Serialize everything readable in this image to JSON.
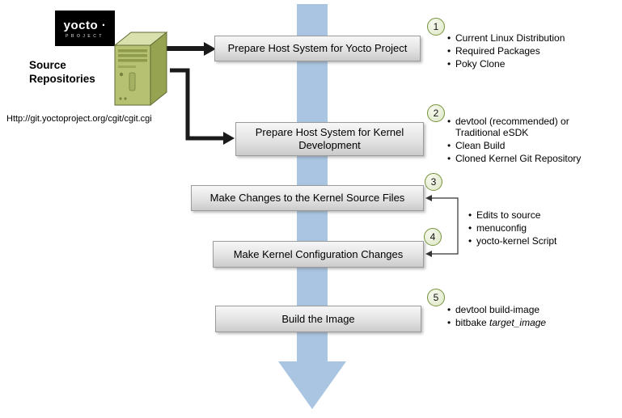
{
  "colors": {
    "flow_arrow_blue": "#a9c5e2",
    "box_fill": "#e3e3e3",
    "box_border": "#9b9b9b",
    "circle_border": "#77933c",
    "circle_fill": "#e4ecd2",
    "server_green": "#b6c272",
    "logo_bg": "#000000",
    "connector_black": "#1a1a1a"
  },
  "logo": {
    "wordmark": "yocto ·",
    "project": "PROJECT"
  },
  "source": {
    "label": "Source Repositories",
    "url": "Http://git.yoctoproject.org/cgit/cgit.cgi"
  },
  "steps": [
    {
      "num": "1",
      "box_label": "Prepare Host System for Yocto Project",
      "bullets": [
        "Current Linux Distribution",
        "Required Packages",
        "Poky Clone"
      ]
    },
    {
      "num": "2",
      "box_label": "Prepare Host System for Kernel Development",
      "bullets": [
        "devtool (recommended) or Traditional eSDK",
        "Clean Build",
        "Cloned Kernel Git Repository"
      ]
    },
    {
      "num": "3",
      "box_label": "Make Changes to the Kernel Source Files"
    },
    {
      "num": "4",
      "box_label": "Make Kernel Configuration Changes"
    },
    {
      "num": "5",
      "box_label": "Build the Image",
      "bullets": [
        "devtool build-image"
      ],
      "bullet2_prefix": "bitbake",
      "bullet2_italic": "target_image"
    }
  ],
  "shared_bullets_steps_3_4": [
    "Edits to source",
    "menuconfig",
    "yocto-kernel Script"
  ]
}
